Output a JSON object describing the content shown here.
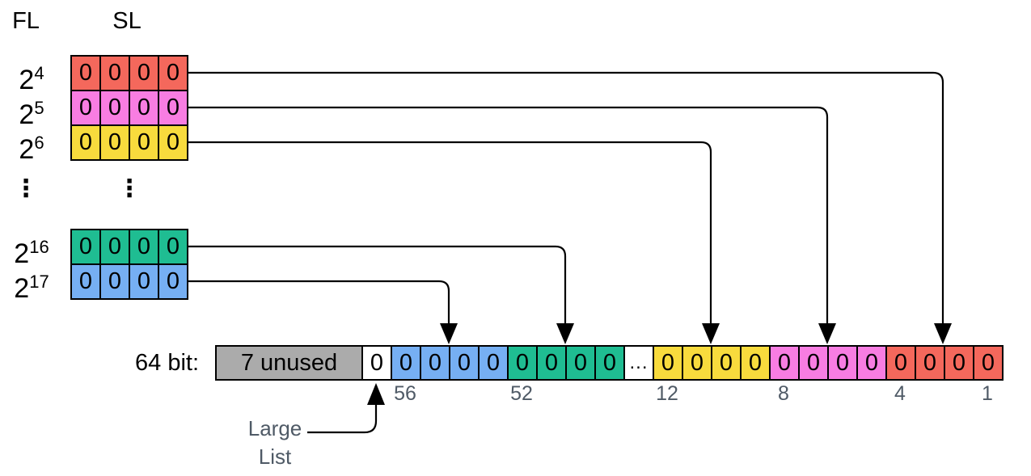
{
  "headers": {
    "fl": "FL",
    "sl": "SL"
  },
  "dots": "⋮",
  "colors": {
    "red": "#F4685C",
    "pink": "#F87DE2",
    "yellow": "#F8DB3D",
    "green": "#1FBD92",
    "blue": "#76AFF3",
    "gray": "#ABABAB",
    "white": "#FFFFFF",
    "muted": "#4F5A66"
  },
  "fl": {
    "groups": [
      {
        "rows": [
          {
            "base": "2",
            "exp": "4",
            "color": "red",
            "cells": [
              "0",
              "0",
              "0",
              "0"
            ]
          },
          {
            "base": "2",
            "exp": "5",
            "color": "pink",
            "cells": [
              "0",
              "0",
              "0",
              "0"
            ]
          },
          {
            "base": "2",
            "exp": "6",
            "color": "yellow",
            "cells": [
              "0",
              "0",
              "0",
              "0"
            ]
          }
        ]
      },
      {
        "rows": [
          {
            "base": "2",
            "exp": "16",
            "color": "green",
            "cells": [
              "0",
              "0",
              "0",
              "0"
            ]
          },
          {
            "base": "2",
            "exp": "17",
            "color": "blue",
            "cells": [
              "0",
              "0",
              "0",
              "0"
            ]
          }
        ]
      }
    ]
  },
  "bit_row": {
    "label": "64 bit:",
    "unused_label": "7 unused",
    "cells": [
      {
        "t": "0",
        "c": "white"
      },
      {
        "t": "0",
        "c": "blue"
      },
      {
        "t": "0",
        "c": "blue"
      },
      {
        "t": "0",
        "c": "blue"
      },
      {
        "t": "0",
        "c": "blue"
      },
      {
        "t": "0",
        "c": "green"
      },
      {
        "t": "0",
        "c": "green"
      },
      {
        "t": "0",
        "c": "green"
      },
      {
        "t": "0",
        "c": "green"
      },
      {
        "t": "...",
        "c": "white"
      },
      {
        "t": "0",
        "c": "yellow"
      },
      {
        "t": "0",
        "c": "yellow"
      },
      {
        "t": "0",
        "c": "yellow"
      },
      {
        "t": "0",
        "c": "yellow"
      },
      {
        "t": "0",
        "c": "pink"
      },
      {
        "t": "0",
        "c": "pink"
      },
      {
        "t": "0",
        "c": "pink"
      },
      {
        "t": "0",
        "c": "pink"
      },
      {
        "t": "0",
        "c": "red"
      },
      {
        "t": "0",
        "c": "red"
      },
      {
        "t": "0",
        "c": "red"
      },
      {
        "t": "0",
        "c": "red"
      }
    ],
    "ticks": [
      {
        "label": "56",
        "cell": 1
      },
      {
        "label": "52",
        "cell": 5
      },
      {
        "label": "12",
        "cell": 10
      },
      {
        "label": "8",
        "cell": 14
      },
      {
        "label": "4",
        "cell": 18
      },
      {
        "label": "1",
        "cell": 21
      }
    ]
  },
  "large_list": {
    "line1": "Large",
    "line2": "List"
  }
}
